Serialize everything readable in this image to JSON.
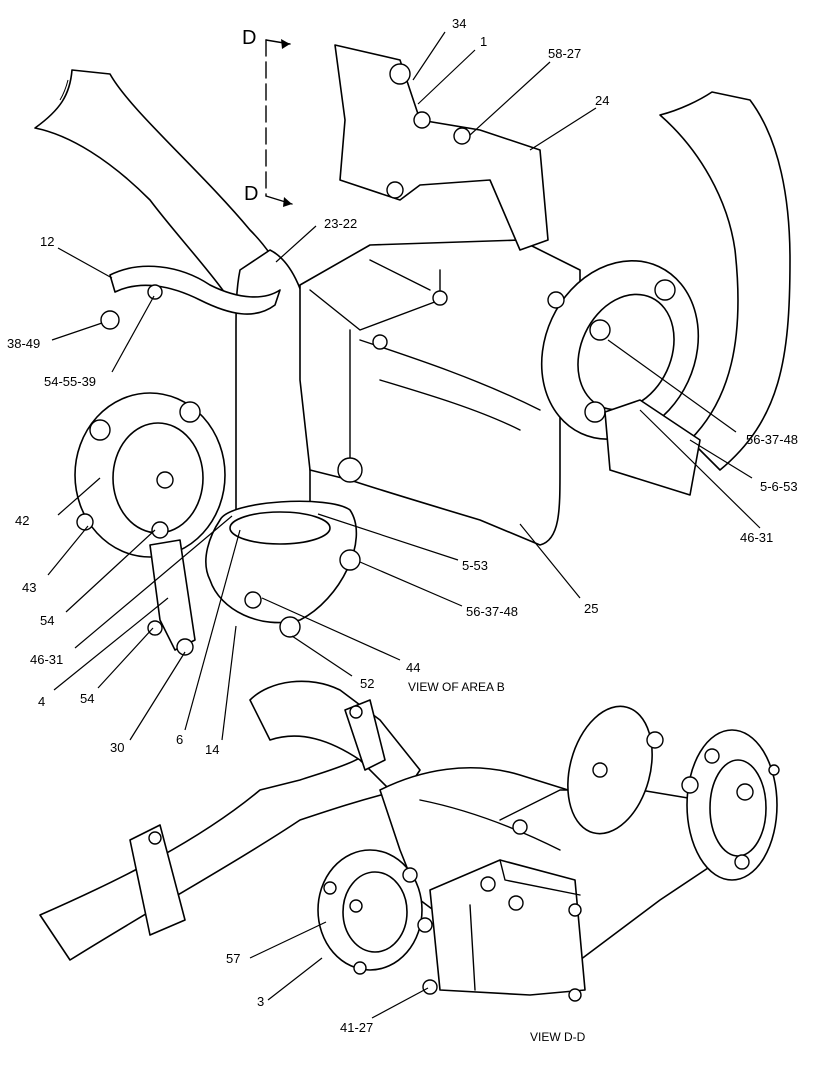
{
  "section_marker": {
    "top_letter": "D",
    "bottom_letter": "D"
  },
  "views": {
    "upper_title": "VIEW OF AREA  B",
    "lower_title": "VIEW D-D"
  },
  "callouts": {
    "c34": "34",
    "c1": "1",
    "c58_27": "58-27",
    "c24": "24",
    "c23_22": "23-22",
    "c12": "12",
    "c38_49": "38-49",
    "c54_55_39": "54-55-39",
    "c56_37_48_right": "56-37-48",
    "c5_6_53": "5-6-53",
    "c46_31_right": "46-31",
    "c42": "42",
    "c43": "43",
    "c54_a": "54",
    "c46_31_left": "46-31",
    "c4": "4",
    "c54_b": "54",
    "c30": "30",
    "c6": "6",
    "c14": "14",
    "c52": "52",
    "c44": "44",
    "c56_37_48_mid": "56-37-48",
    "c5_53": "5-53",
    "c25": "25",
    "c57": "57",
    "c3": "3",
    "c41_27": "41-27"
  }
}
